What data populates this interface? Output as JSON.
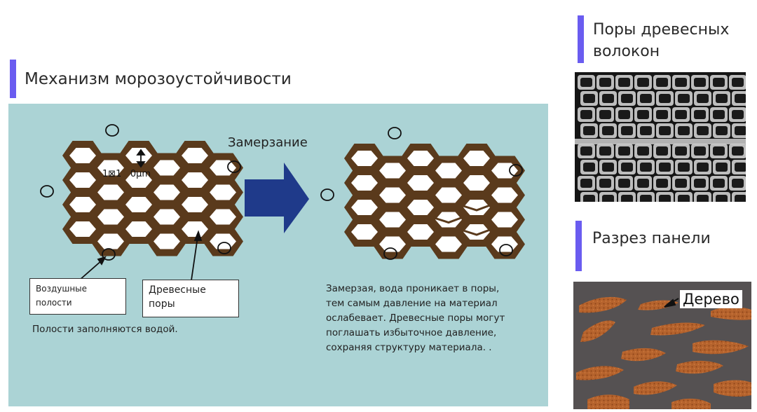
{
  "mechanism": {
    "title": "Механизм морозоустойчивости",
    "freezing_label": "Замерзание",
    "pore_size_label": "1⊠1   0μm",
    "air_cavities_label_line1": "Воздушные",
    "air_cavities_label_line2": "полости",
    "wood_pores_label_line1": "Древесные",
    "wood_pores_label_line2": "поры",
    "left_caption": "Полости заполняются водой.",
    "right_caption_lines": [
      "Замерзая, вода проникает в поры,",
      "тем самым давление на материал",
      "ослабевает. Древесные поры могут",
      "поглашать избыточное давление,",
      "сохраняя структуру материала. ."
    ]
  },
  "fiber_pores": {
    "title_line1": "Поры древесных",
    "title_line2": "волокон"
  },
  "panel_section": {
    "title": "Разрез панели",
    "wood_label": "Дерево"
  },
  "colors": {
    "accent": "#6a5cf0",
    "panel_bg": "#abd3d5",
    "wood_brown": "#5a3a1c",
    "arrow_navy": "#1f3a8a"
  }
}
